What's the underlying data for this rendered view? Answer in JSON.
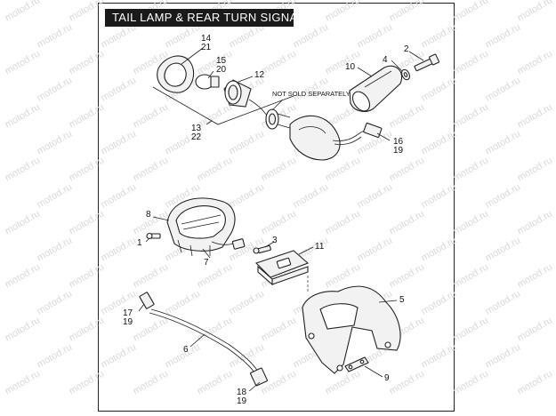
{
  "title": "TAIL LAMP & REAR TURN SIGNALS",
  "note": "NOT SOLD SEPARATELY",
  "watermark": "motod.ru",
  "callouts": {
    "c1": "1",
    "c2": "2",
    "c3": "3",
    "c4": "4",
    "c5": "5",
    "c6": "6",
    "c7": "7",
    "c8": "8",
    "c9": "9",
    "c10": "10",
    "c11": "11",
    "c12": "12",
    "c13": "13",
    "c22": "22",
    "c14": "14",
    "c21a": "21",
    "c15": "15",
    "c20": "20",
    "c16": "16",
    "c19a": "19",
    "c17": "17",
    "c19b": "19",
    "c18": "18",
    "c19c": "19"
  }
}
